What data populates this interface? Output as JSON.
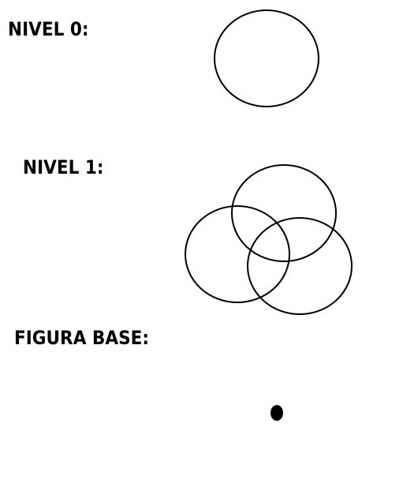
{
  "labels": {
    "level0": "NIVEL 0:",
    "level1": "NIVEL 1:",
    "base": "FIGURA BASE:"
  },
  "colors": {
    "stroke": "#000000",
    "background": "#ffffff"
  }
}
